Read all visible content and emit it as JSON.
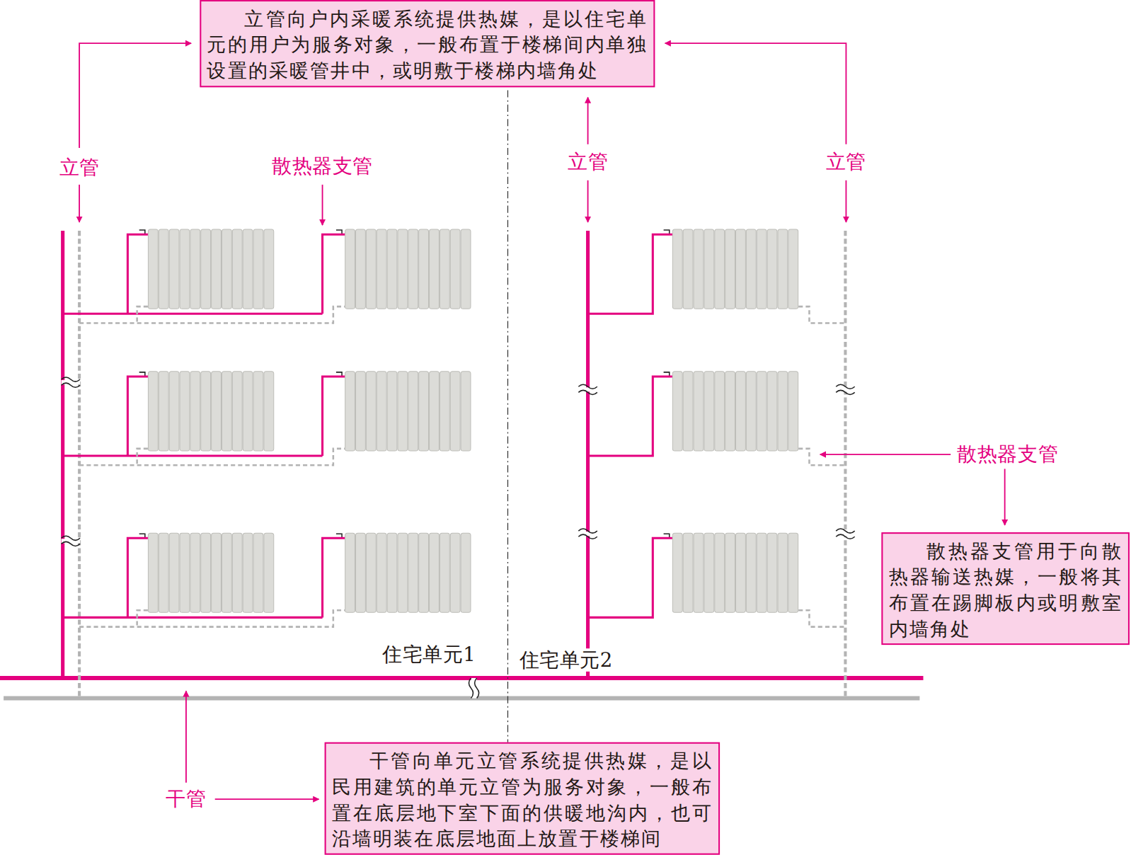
{
  "diagram": {
    "nodes": [
      {
        "text": [
          "立管向户内采暖系统提供热媒，是以住宅单元的用户为服务对象，一般布置于楼梯间内单独设置的采暖管井中，或明敷于楼梯内墙角处"
        ]
      },
      {
        "text": [
          "散热器支管用于向散热器输送热媒，一般将其布置在踢脚板内或明敷室内墙角处"
        ]
      },
      {
        "text": [
          "干管向单元立管系统提供热媒，是以民用建筑的单元立管为服务对象，一般布置在底层地下室下面的供暖地沟内，也可沿墙明装在底层地面上放置于楼梯间"
        ]
      }
    ],
    "labels": [
      "立管",
      "散热器支管",
      "立管",
      "立管",
      "散热器支管",
      "住宅单元1",
      "住宅单元2",
      "干管"
    ]
  }
}
